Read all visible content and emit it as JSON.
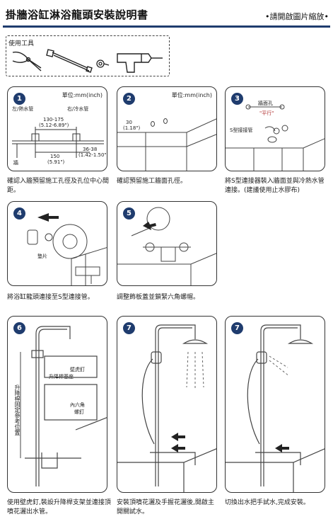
{
  "header": {
    "title": "掛牆浴缸淋浴龍頭安裝說明書",
    "note": "•請開啟圖片縮放•"
  },
  "tools": {
    "label": "使用工具",
    "items": [
      "pliers-icon",
      "wrench-icon",
      "tape-icon",
      "drill-icon"
    ]
  },
  "units": "單位:mm(inch)",
  "steps": [
    {
      "num": "1",
      "labels": {
        "hot": "左/熱水管",
        "cold": "右/冷水管",
        "dim1": "130-175",
        "dim1_in": "(5.12-6.89\")",
        "dim2": "150",
        "dim2_in": "(5.91\")",
        "dim3": "36-38",
        "dim3_in": "(1.42-1.50\")",
        "wall": "牆"
      },
      "caption": "確認入牆預留施工孔徑及孔位中心間距。"
    },
    {
      "num": "2",
      "labels": {
        "dim": "30",
        "dim_in": "(1.18\")"
      },
      "caption": "確認預留施工牆面孔徑。"
    },
    {
      "num": "3",
      "labels": {
        "wallface": "牆面孔",
        "level": "\"平行\"",
        "connector": "S型接接管"
      },
      "caption": "將S型連接器裝入牆面並與冷熱水管連接。(建議使用止水膠布)"
    },
    {
      "num": "4",
      "labels": {
        "washer": "墊片"
      },
      "caption": "將浴缸龍頭連接至S型連接管。"
    },
    {
      "num": "5",
      "labels": {},
      "caption": "調整飾板蓋並鎖緊六角螺帽。"
    },
    {
      "num": "6",
      "labels": {
        "screw": "壁虎釘",
        "base": "升降桿基座",
        "hex": "內六角",
        "hex2": "螺釘",
        "vertical": "升降桿固定參考位置"
      },
      "caption": "使用壁虎釘,裝設升降桿支架並連接頂噴花灑出水管。"
    },
    {
      "num": "7",
      "labels": {},
      "caption": "安裝頂噴花灑及手握花灑後,開啟主開關試水。"
    },
    {
      "num": "7",
      "labels": {},
      "caption": "切換出水把手試水,完成安裝。"
    }
  ],
  "colors": {
    "accent": "#1f3c6e",
    "line": "#333333"
  }
}
